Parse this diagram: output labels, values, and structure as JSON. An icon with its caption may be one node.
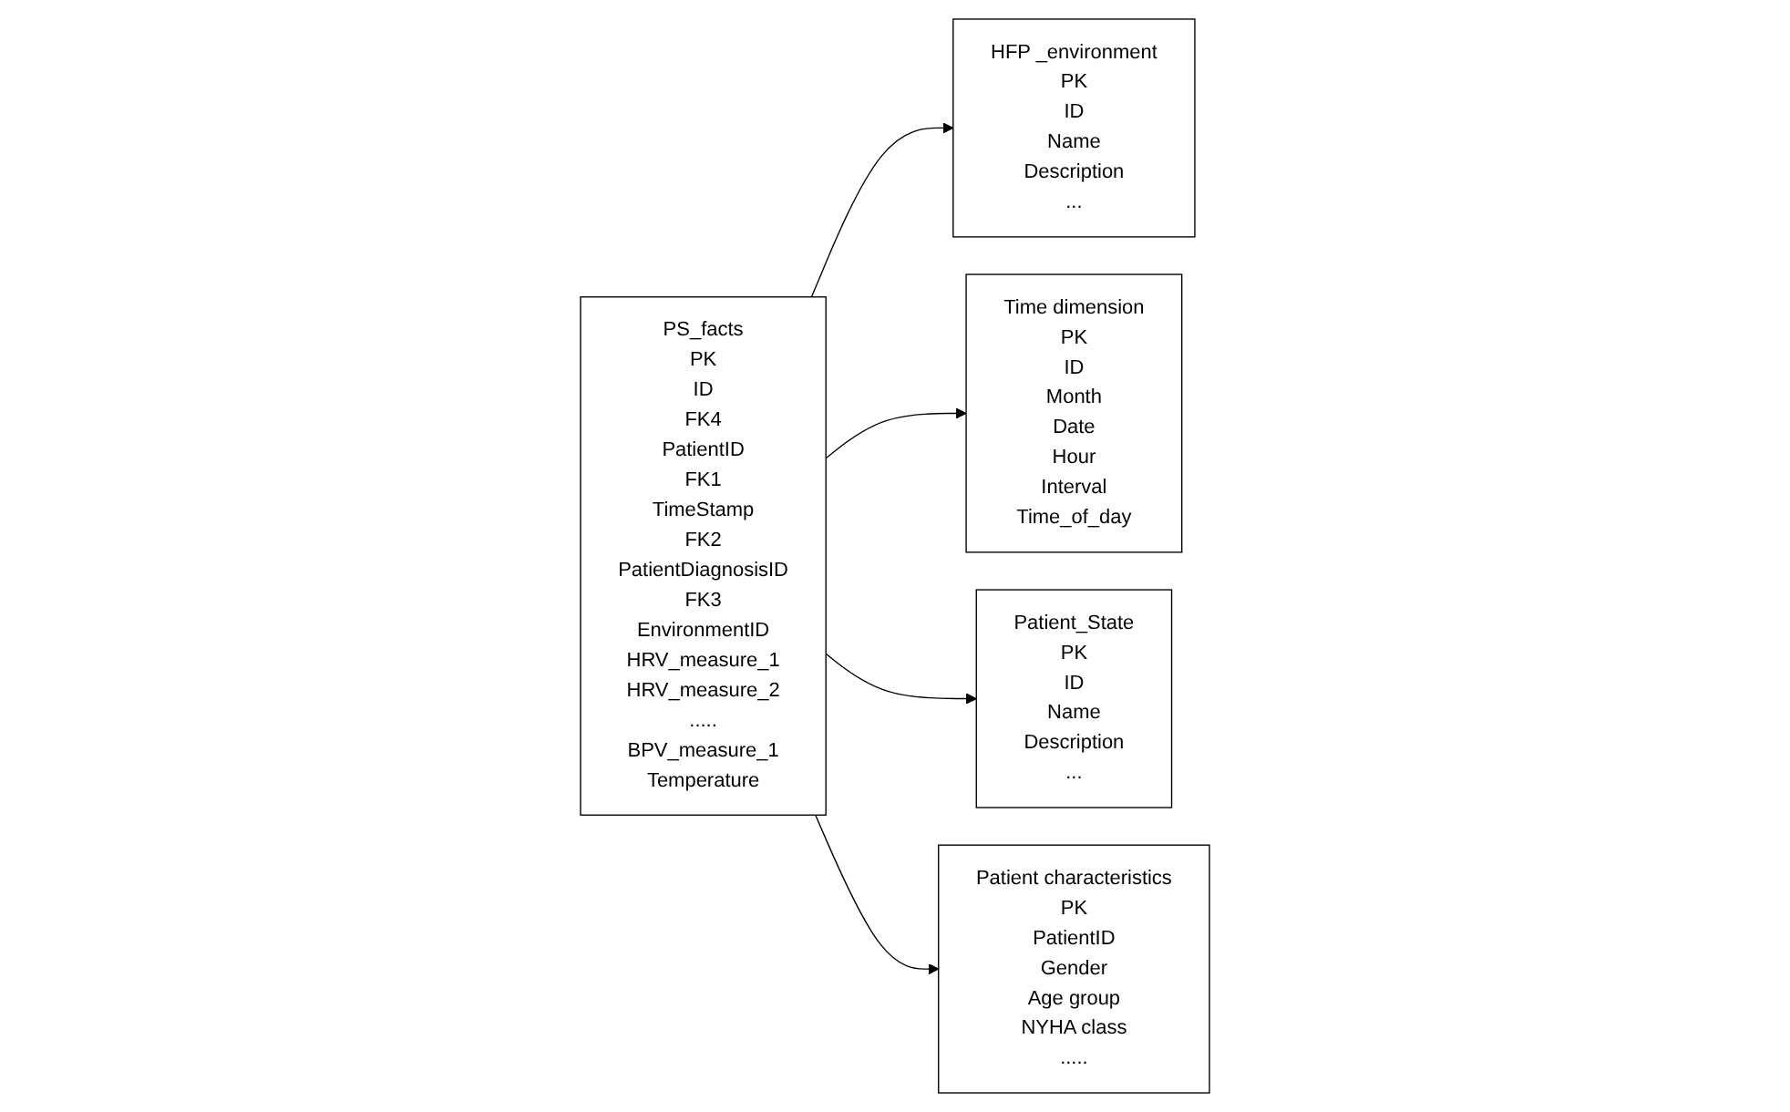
{
  "diagram": {
    "nodes": [
      {
        "text": [
          "HFP _environment",
          "PK",
          "ID",
          "Name",
          "Description",
          "..."
        ]
      },
      {
        "text": [
          "PS_facts",
          "PK",
          "ID",
          "FK4",
          "PatientID",
          "FK1",
          "TimeStamp",
          "FK2",
          "PatientDiagnosisID",
          "FK3",
          "EnvironmentID",
          "HRV_measure_1",
          "HRV_measure_2",
          ".....",
          "BPV_measure_1",
          "Temperature"
        ]
      },
      {
        "text": [
          "Time dimension",
          "PK",
          "ID",
          "Month",
          "Date",
          "Hour",
          "Interval",
          "Time_of_day"
        ]
      },
      {
        "text": [
          "Patient_State",
          "PK",
          "ID",
          "Name",
          "Description",
          "..."
        ]
      },
      {
        "text": [
          "Patient characteristics",
          "PK",
          "PatientID",
          "Gender",
          "Age group",
          "NYHA class",
          "....."
        ]
      }
    ],
    "edges": [
      {
        "from": 1,
        "to": 0,
        "arrow": "to"
      },
      {
        "from": 1,
        "to": 2,
        "arrow": "to"
      },
      {
        "from": 1,
        "to": 3,
        "arrow": "to"
      },
      {
        "from": 1,
        "to": 4,
        "arrow": "to"
      }
    ]
  }
}
